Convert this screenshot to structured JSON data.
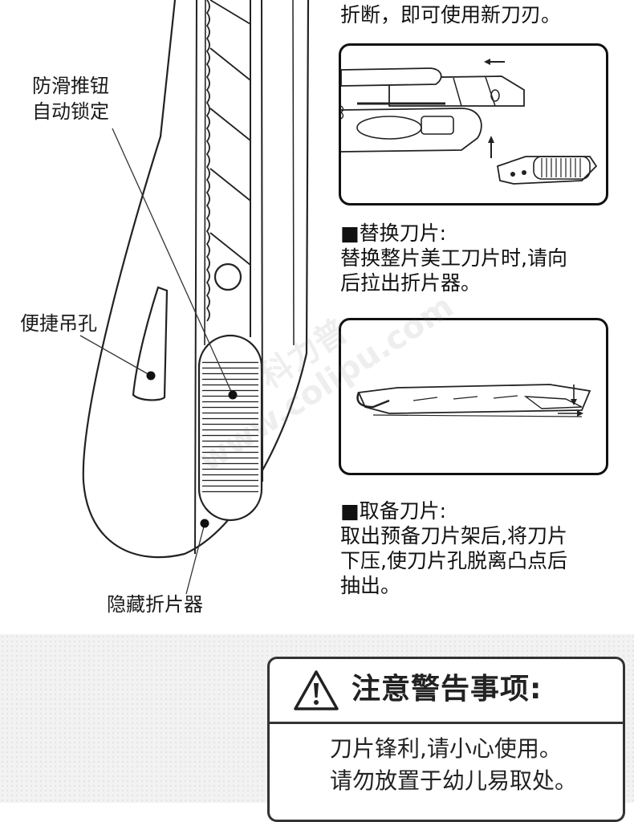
{
  "top_caption": "折断，即可使用新刀刃。",
  "labels": {
    "anti_slip_line1": "防滑推钮",
    "anti_slip_line2": "自动锁定",
    "hang_hole": "便捷吊孔",
    "hidden_breaker": "隐藏折片器"
  },
  "replace": {
    "title": "■替换刀片:",
    "line1": "替换整片美工刀片时,请向",
    "line2": "后拉出折片器。"
  },
  "spare": {
    "title": "■取备刀片:",
    "line1": "取出预备刀片架后,将刀片",
    "line2": "下压,使刀片孔脱离凸点后",
    "line3": "抽出。"
  },
  "warning": {
    "title": "注意警告事项:",
    "line1": "刀片锋利,请小心使用。",
    "line2": "请勿放置于幼儿易取处。"
  },
  "watermark": {
    "cn": "科力普",
    "en": "www.colipu.com"
  },
  "colors": {
    "ink": "#111111",
    "background": "#ffffff",
    "lower_band": "#f2f2f2"
  },
  "icons": [
    "warning-triangle-icon",
    "arrow-left-icon",
    "arrow-up-icon"
  ]
}
